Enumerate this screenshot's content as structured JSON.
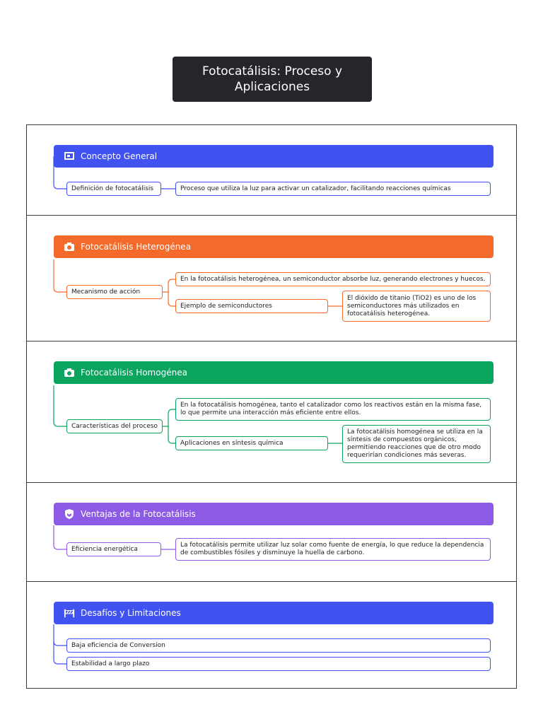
{
  "title": "Fotocatálisis: Proceso y Aplicaciones",
  "sections": [
    {
      "header": "Concepto General",
      "color": "#4052ef",
      "icon": "presentation-icon",
      "nodes": {
        "a": "Definición de fotocatálisis",
        "b": "Proceso que utiliza la luz para activar un catalizador, facilitando reacciones químicas"
      }
    },
    {
      "header": "Fotocatálisis Heterogénea",
      "color": "#f36a2a",
      "icon": "camera-icon",
      "nodes": {
        "a": "Mecanismo de acción",
        "b": "En la fotocatálisis heterogénea, un semiconductor absorbe luz, generando electrones y huecos.",
        "c": "Ejemplo de semiconductores",
        "d": "El dióxido de titanio (TiO2) es uno de los semiconductores más utilizados en fotocatálisis heterogénea."
      }
    },
    {
      "header": "Fotocatálisis Homogénea",
      "color": "#0aa45e",
      "icon": "camera-icon",
      "nodes": {
        "a": "Características del proceso",
        "b": "En la fotocatálisis homogénea, tanto el catalizador como los reactivos están en la misma fase, lo que permite una interacción más eficiente entre ellos.",
        "c": "Aplicaciones en síntesis química",
        "d": "La fotocatálisis homogénea se utiliza en la síntesis de compuestos orgánicos, permitiendo reacciones que de otro modo requerirían condiciones más severas."
      }
    },
    {
      "header": "Ventajas de la Fotocatálisis",
      "color": "#8d5ae6",
      "icon": "shield-icon",
      "nodes": {
        "a": "Eficiencia energética",
        "b": "La fotocatálisis permite utilizar luz solar como fuente de energía, lo que reduce la dependencia de combustibles fósiles y disminuye la huella de carbono."
      }
    },
    {
      "header": "Desafíos y Limitaciones",
      "color": "#4052ef",
      "icon": "barrier-icon",
      "nodes": {
        "a": "Baja eficiencia de Conversion",
        "b": "Estabilidad a largo plazo"
      }
    }
  ]
}
